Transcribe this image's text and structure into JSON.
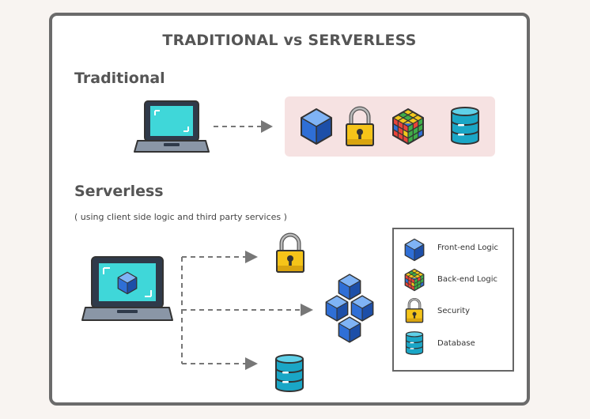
{
  "title": "TRADITIONAL vs SERVERLESS",
  "traditional": {
    "title": "Traditional"
  },
  "serverless": {
    "title": "Serverless",
    "subtitle": "( using client side logic and third party services )"
  },
  "legend": {
    "items": [
      {
        "label": "Front-end Logic",
        "icon": "cube-icon"
      },
      {
        "label": "Back-end Logic",
        "icon": "rubiks-cube-icon"
      },
      {
        "label": "Security",
        "icon": "padlock-icon"
      },
      {
        "label": "Database",
        "icon": "database-icon"
      }
    ]
  },
  "colors": {
    "accent_blue": "#2f6fd6",
    "screen_cyan": "#3fd7d9",
    "lock_yellow": "#f5c419",
    "db_cyan": "#1aa6c6",
    "stack_bg": "#f6e2e2",
    "arrow_gray": "#777777"
  }
}
